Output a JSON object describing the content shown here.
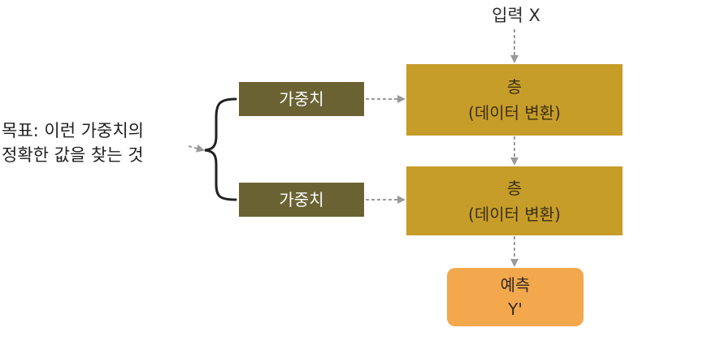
{
  "input": {
    "label": "입력 X"
  },
  "weights": [
    {
      "label": "가중치"
    },
    {
      "label": "가중치"
    }
  ],
  "layers": [
    {
      "title": "층",
      "subtitle": "(데이터 변환)"
    },
    {
      "title": "층",
      "subtitle": "(데이터 변환)"
    }
  ],
  "prediction": {
    "title": "예측",
    "value": "Y'"
  },
  "goal": {
    "line1": "목표: 이런 가중치의",
    "line2": "정확한 값을 찾는 것"
  },
  "colors": {
    "weight_box": "#6b6234",
    "layer_box": "#c79d2a",
    "prediction_box": "#f4a84e",
    "arrow": "#9a9a9a"
  }
}
